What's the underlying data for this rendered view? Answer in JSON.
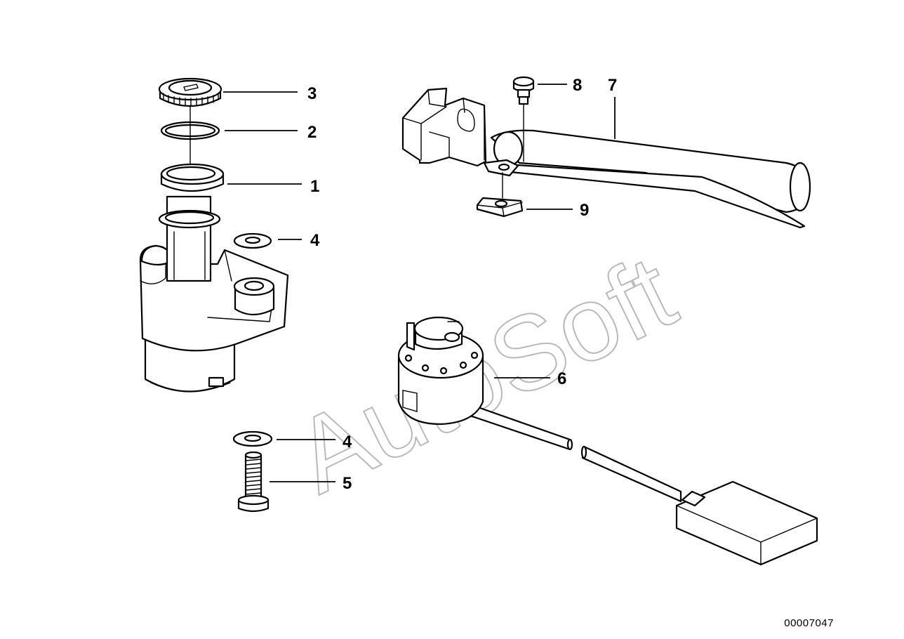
{
  "diagram": {
    "watermark": "AutoSoft",
    "reference_number": "00007047",
    "callouts": [
      {
        "id": "callout-1",
        "label": "1"
      },
      {
        "id": "callout-2",
        "label": "2"
      },
      {
        "id": "callout-3",
        "label": "3"
      },
      {
        "id": "callout-4a",
        "label": "4"
      },
      {
        "id": "callout-4b",
        "label": "4"
      },
      {
        "id": "callout-5",
        "label": "5"
      },
      {
        "id": "callout-6",
        "label": "6"
      },
      {
        "id": "callout-7",
        "label": "7"
      },
      {
        "id": "callout-8",
        "label": "8"
      },
      {
        "id": "callout-9",
        "label": "9"
      }
    ]
  }
}
